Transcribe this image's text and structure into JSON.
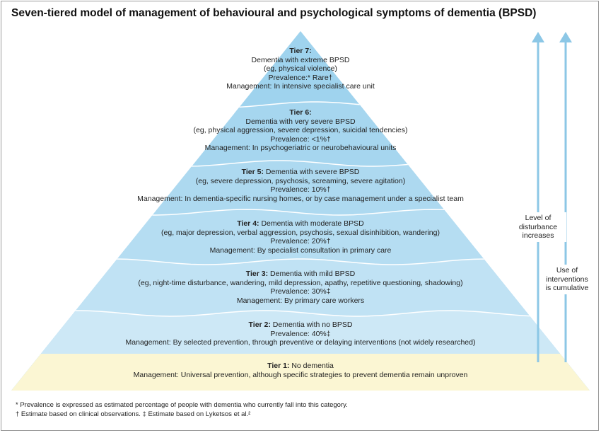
{
  "title": "Seven-tiered model of management of behavioural and psychological symptoms of dementia (BPSD)",
  "tiers": [
    {
      "name": "Tier 7:",
      "heading": "",
      "lines": [
        "Dementia with extreme BPSD",
        "(eg, physical violence)",
        "Prevalence:* Rare†",
        "Management: In intensive specialist care unit"
      ]
    },
    {
      "name": "Tier 6:",
      "heading": "",
      "lines": [
        "Dementia with very severe BPSD",
        "(eg, physical aggression, severe depression, suicidal tendencies)",
        "Prevalence: <1%†",
        "Management: In psychogeriatric or neurobehavioural units"
      ]
    },
    {
      "name": "Tier 5:",
      "heading": "Dementia with severe BPSD",
      "lines": [
        "(eg, severe depression, psychosis, screaming, severe agitation)",
        "Prevalence: 10%†",
        "Management: In dementia-specific nursing homes, or by case management under a specialist team"
      ]
    },
    {
      "name": "Tier 4:",
      "heading": "Dementia with moderate BPSD",
      "lines": [
        "(eg, major depression, verbal aggression, psychosis, sexual disinhibition, wandering)",
        "Prevalence: 20%†",
        "Management: By specialist consultation in primary care"
      ]
    },
    {
      "name": "Tier 3:",
      "heading": "Dementia with mild BPSD",
      "lines": [
        "(eg, night-time disturbance, wandering, mild depression, apathy, repetitive questioning, shadowing)",
        "Prevalence: 30%‡",
        "Management: By primary care workers"
      ]
    },
    {
      "name": "Tier 2:",
      "heading": "Dementia with no BPSD",
      "lines": [
        "Prevalence: 40%‡",
        "Management: By selected prevention, through preventive or delaying interventions (not widely researched)"
      ]
    },
    {
      "name": "Tier 1:",
      "heading": "No dementia",
      "lines": [
        "Management: Universal prevention, although specific strategies to prevent dementia remain unproven"
      ]
    }
  ],
  "arrows": {
    "disturbance": [
      "Level of",
      "disturbance",
      "increases"
    ],
    "cumulative": [
      "Use of",
      "interventions",
      "is cumulative"
    ]
  },
  "footnotes": [
    "* Prevalence is expressed as estimated percentage of people with dementia who currently fall into this category.",
    "† Estimate based on clinical observations. ‡ Estimate based on Lyketsos et al.²"
  ],
  "colors": {
    "tier7": "#9fd3ee",
    "tier6": "#a6d6ef",
    "tier5": "#add9f0",
    "tier4": "#b5ddf2",
    "tier3": "#c0e2f4",
    "tier2": "#cde8f6",
    "tier1": "#fbf6d3",
    "arrow": "#8cc7e6"
  }
}
